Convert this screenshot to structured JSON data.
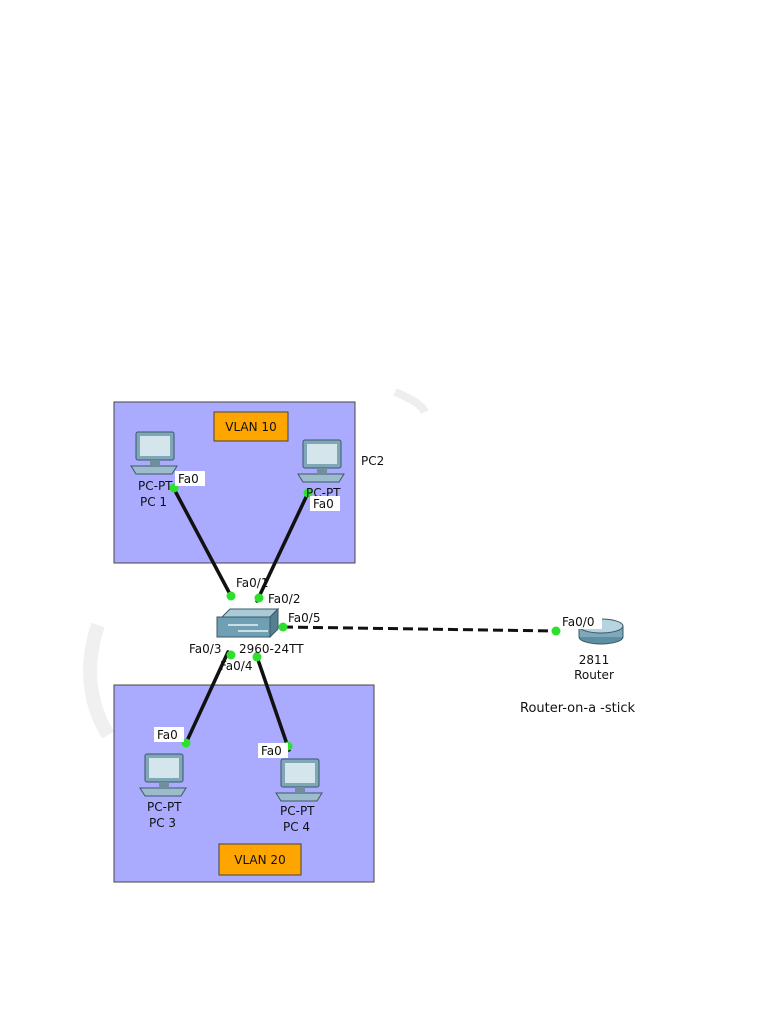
{
  "vlans": [
    {
      "label": "VLAN 10",
      "color": "#aaaaff",
      "badge_color": "#ffa500"
    },
    {
      "label": "VLAN 20",
      "color": "#aaaaff",
      "badge_color": "#ffa500"
    }
  ],
  "devices": {
    "pc1": {
      "type": "PC-PT",
      "name": "PC 1",
      "port": "Fa0"
    },
    "pc2": {
      "type": "PC-PT",
      "name": "PC2",
      "port": "Fa0"
    },
    "pc3": {
      "type": "PC-PT",
      "name": "PC 3",
      "port": "Fa0"
    },
    "pc4": {
      "type": "PC-PT",
      "name": "PC 4",
      "port": "Fa0"
    },
    "switch": {
      "model": "2960-24TT",
      "ports": [
        "Fa0/1",
        "Fa0/2",
        "Fa0/3",
        "Fa0/4",
        "Fa0/5"
      ]
    },
    "router": {
      "model": "2811",
      "name": "Router",
      "port": "Fa0/0",
      "caption": "Router-on-a -stick"
    }
  },
  "colors": {
    "cable": "#111111",
    "link_led": "#2ee02e",
    "switch": "#6f9fb3",
    "router": "#8fb6cc"
  }
}
